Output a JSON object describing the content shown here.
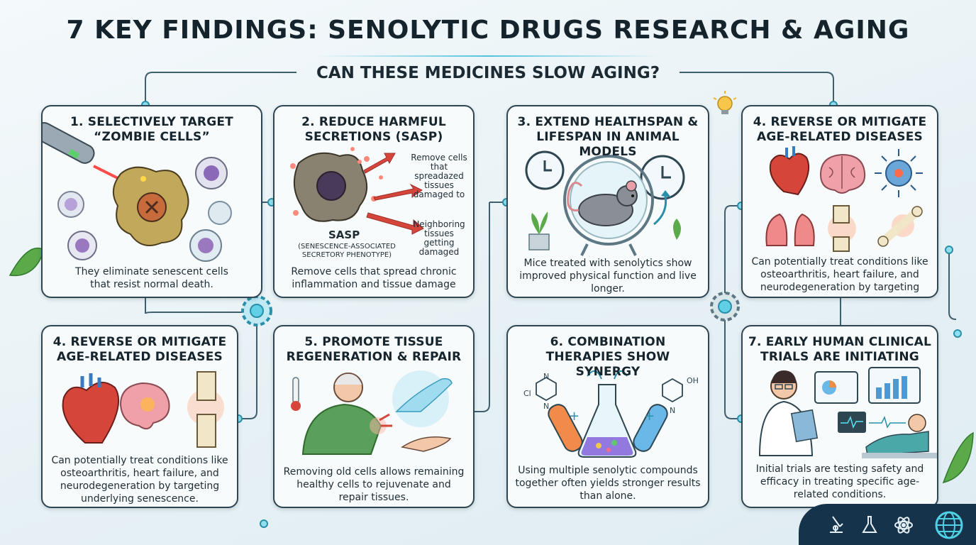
{
  "title": "7 KEY FINDINGS: SENOLYTIC DRUGS RESEARCH & AGING",
  "subtitle": "CAN THESE MEDICINES SLOW AGING?",
  "cards": [
    {
      "title": "1. SELECTIVELY TARGET “ZOMBIE CELLS”",
      "desc": "They eliminate senescent cells that resist normal death."
    },
    {
      "title": "2. REDUCE HARMFUL SECRETIONS (SASP)",
      "desc": "Remove cells that spread chronic inflammation and tissue damage",
      "sasp_label": "SASP",
      "sasp_sub": "(SENESCENCE-ASSOCIATED SECRETORY PHENOTYPE)",
      "label_top": "Remove cells that spreadazed tissues damaged to",
      "label_bottom": "Neighboring tissues getting damaged"
    },
    {
      "title": "3. EXTEND HEALTHSPAN & LIFESPAN IN ANIMAL MODELS",
      "desc": "Mice treated with senolytics show improved physical function and live longer."
    },
    {
      "title": "4. REVERSE OR MITIGATE AGE-RELATED DISEASES",
      "desc": "Can potentially treat conditions like osteoarthritis, heart failure, and neurodegeneration by targeting"
    },
    {
      "title": "4. REVERSE  OR MITIGATE AGE-RELATED DISEASES",
      "desc": "Can potentially treat conditions like osteoarthritis, heart failure, and neurodegeneration by targeting underlying senescence."
    },
    {
      "title": "5. PROMOTE TISSUE REGENERATION & REPAIR",
      "desc": "Removing old cells allows remaining healthy cells to rejuvenate and repair tissues."
    },
    {
      "title": "6. COMBINATION THERAPIES SHOW SYNERGY",
      "desc": "Using multiple senolytic compounds together often yields stronger results than alone."
    },
    {
      "title": "7. EARLY HUMAN CLINICAL TRIALS ARE INITIATING",
      "desc": "Initial trials are testing safety and efficacy in treating specific age-related conditions."
    }
  ],
  "chem": {
    "n1": "N",
    "n2": "N",
    "cl": "Cl",
    "oh": "OH",
    "n3": "N"
  },
  "colors": {
    "border": "#2e4652",
    "accent": "#4fc3dc",
    "heart": "#d6453a",
    "brain": "#f0a0a8",
    "leaf": "#5aaa4a"
  }
}
